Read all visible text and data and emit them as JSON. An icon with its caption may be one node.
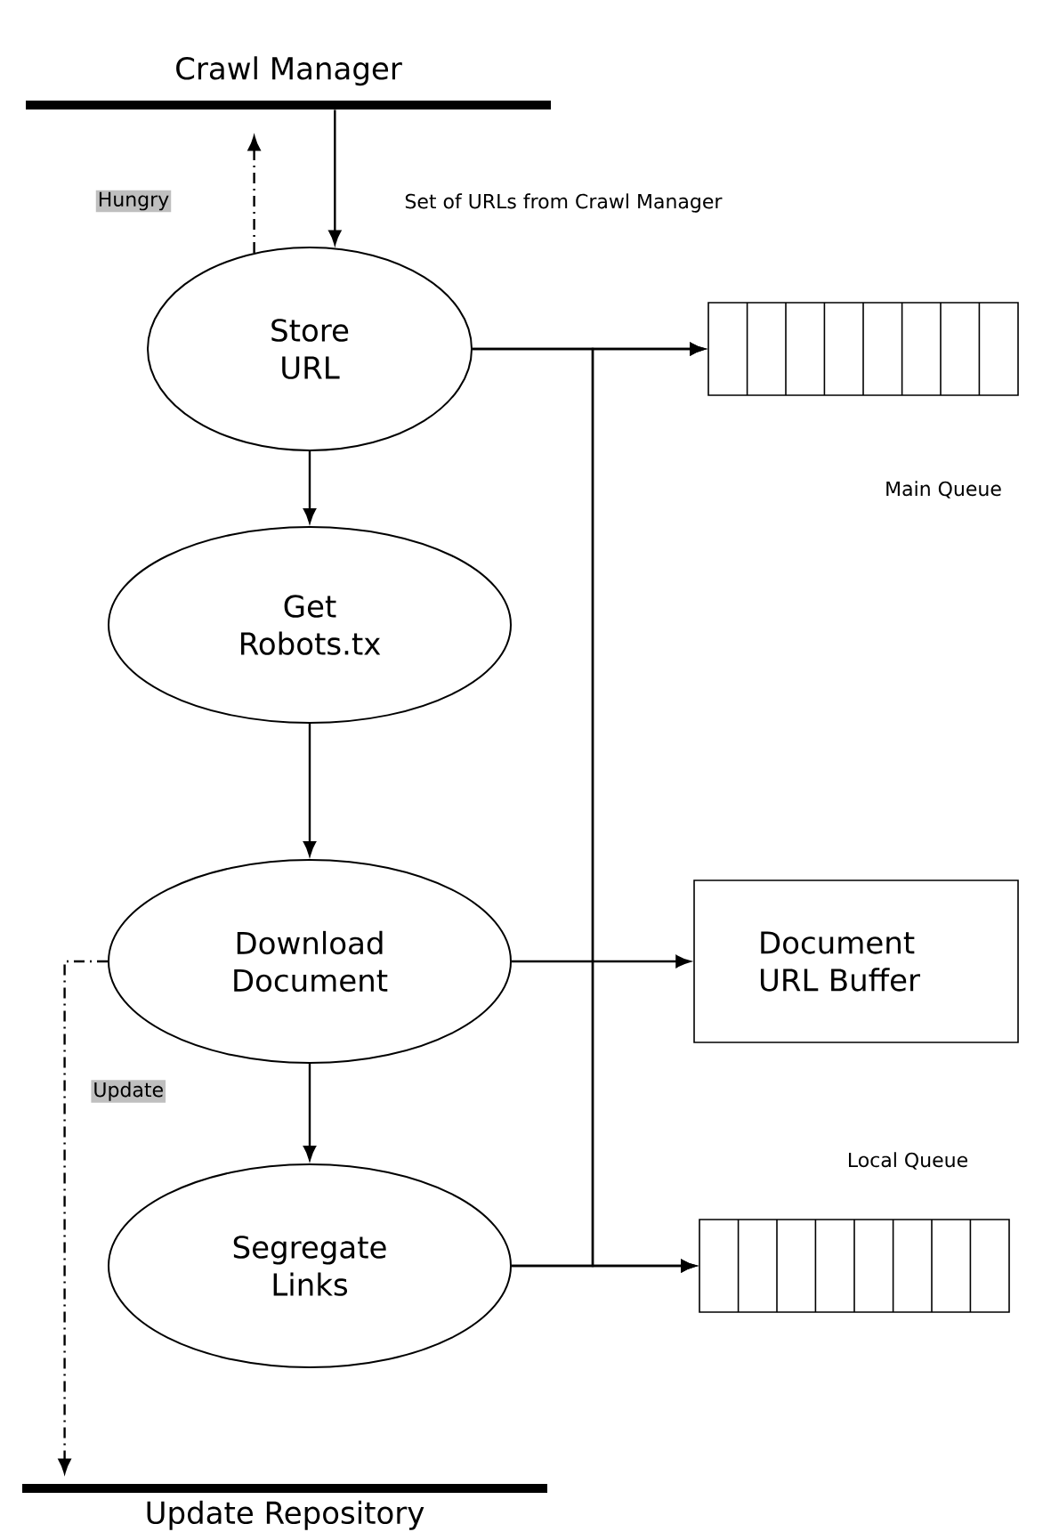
{
  "diagram": {
    "nodes": [
      {
        "text": [
          "Crawl Manager"
        ]
      },
      {
        "text": [
          "Store URL"
        ]
      },
      {
        "text": [
          "Get Robots.tx"
        ]
      },
      {
        "text": [
          "Download Document"
        ]
      },
      {
        "text": [
          "Document URL Buffer"
        ]
      },
      {
        "text": [
          "Segregate Links"
        ]
      },
      {
        "text": [],
        "shape": "box"
      },
      {
        "text": [],
        "shape": "box"
      },
      {
        "text": [
          "Update Repository"
        ]
      }
    ],
    "edges": [
      {
        "from": 0,
        "to": 1,
        "arrow": "to",
        "label": "Set of URLs from Crawl Manager"
      },
      {
        "from": 1,
        "to": 0,
        "arrow": "to",
        "label": "Hungry",
        "style": "dashed"
      },
      {
        "from": 1,
        "to": 2,
        "arrow": "to"
      },
      {
        "from": 2,
        "to": 3,
        "arrow": "to"
      },
      {
        "from": 3,
        "to": 4,
        "arrow": "to"
      },
      {
        "from": 3,
        "to": 5,
        "arrow": "to"
      },
      {
        "from": 3,
        "to": 8,
        "arrow": "to",
        "label": "Update",
        "style": "dashed"
      },
      {
        "from": 1,
        "to": 6,
        "arrow": "to"
      },
      {
        "from": 1,
        "to": 7,
        "arrow": "to"
      },
      {
        "from": 5,
        "to": 6,
        "arrow": "to"
      },
      {
        "from": 5,
        "to": 7,
        "arrow": "to"
      }
    ],
    "labels": [
      "Main Queue",
      "Local Queue"
    ]
  }
}
